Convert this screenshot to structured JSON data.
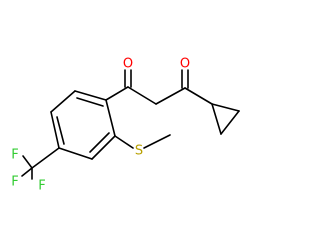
{
  "molecule": {
    "atoms": {
      "o1": {
        "symbol": "O",
        "color": "#ff0000"
      },
      "o2": {
        "symbol": "O",
        "color": "#ff0000"
      },
      "s": {
        "symbol": "S",
        "color": "#b8a000"
      },
      "f1": {
        "symbol": "F",
        "color": "#33cc33"
      },
      "f2": {
        "symbol": "F",
        "color": "#33cc33"
      },
      "f3": {
        "symbol": "F",
        "color": "#33cc33"
      }
    },
    "bond_color": "#000000"
  }
}
